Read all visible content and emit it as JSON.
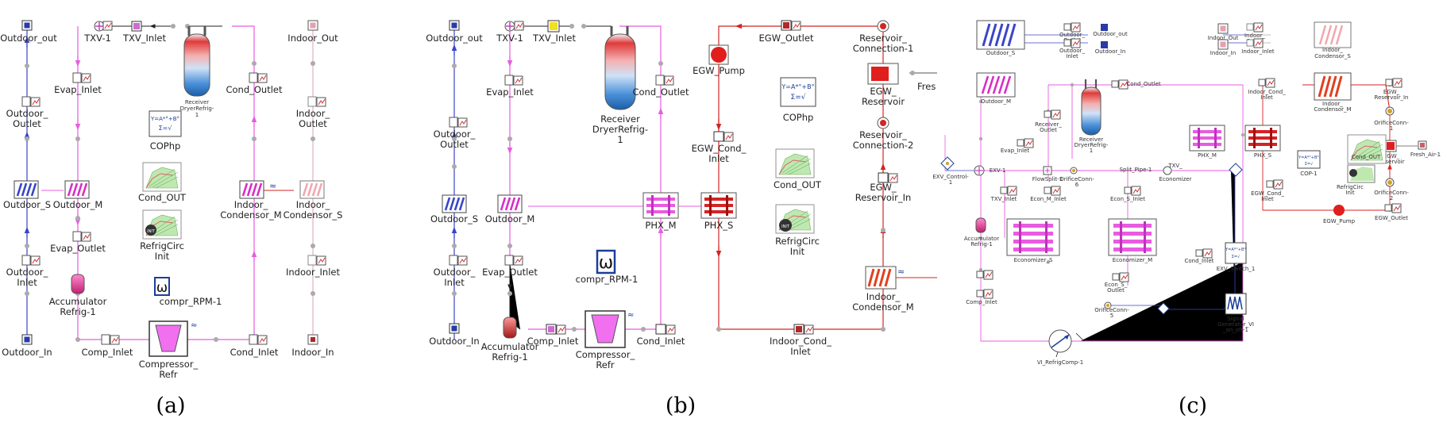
{
  "panels": [
    {
      "caption": "(a)",
      "labels": {
        "outdoor_out": "Outdoor_out",
        "txv1": "TXV-1",
        "txv_inlet": "TXV_Inlet",
        "receiver": [
          "Receiver",
          "DryerRefrig-",
          "1"
        ],
        "indoor_out": "Indoor_Out",
        "evap_inlet": "Evap_Inlet",
        "cond_outlet": "Cond_Outlet",
        "outdoor_outlet": [
          "Outdoor_",
          "Outlet"
        ],
        "indoor_outlet": [
          "Indoor_",
          "Outlet"
        ],
        "cophp": "COPhp",
        "cophp_formula": [
          "Y=A*°+B°",
          "Σ=√"
        ],
        "outdoor_s": "Outdoor_S",
        "outdoor_m": "Outdoor_M",
        "cond_out": "Cond_OUT",
        "indoor_condensor_m": [
          "Indoor_",
          "Condensor_M"
        ],
        "indoor_condensor_s": [
          "Indoor_",
          "Condensor_S"
        ],
        "evap_outlet": "Evap_Outlet",
        "refrigcirc": [
          "RefrigCirc",
          "Init"
        ],
        "outdoor_inlet": [
          "Outdoor_",
          "Inlet"
        ],
        "indoor_inlet": "Indoor_Inlet",
        "accumulator": [
          "Accumulator",
          "Refrig-1"
        ],
        "compr_rpm": "compr_RPM-1",
        "outdoor_in": "Outdoor_In",
        "comp_inlet": "Comp_Inlet",
        "compressor": [
          "Compressor_",
          "Refr"
        ],
        "cond_inlet": "Cond_Inlet",
        "indoor_in": "Indoor_In"
      }
    },
    {
      "caption": "(b)",
      "labels": {
        "outdoor_out": "Outdoor_out",
        "txv1": "TXV-1",
        "txv_inlet": "TXV_Inlet",
        "egw_outlet": "EGW_Outlet",
        "reservoir_conn1": [
          "Reservoir_",
          "Connection-1"
        ],
        "egw_pump": "EGW_Pump",
        "egw_reservoir": [
          "EGW_",
          "Reservoir"
        ],
        "fresh": "Fres",
        "evap_inlet": "Evap_Inlet",
        "cond_outlet": "Cond_Outlet",
        "receiver": [
          "Receiver",
          "DryerRefrig-",
          "1"
        ],
        "cophp": "COPhp",
        "cophp_formula": [
          "Y=A*°+B°",
          "Σ=√"
        ],
        "outdoor_outlet": [
          "Outdoor_",
          "Outlet"
        ],
        "egw_cond_inlet": [
          "EGW_Cond_",
          "Inlet"
        ],
        "reservoir_conn2": [
          "Reservoir_",
          "Connection-2"
        ],
        "cond_out": "Cond_OUT",
        "egw_reservoir_in": [
          "EGW_",
          "Reservoir_In"
        ],
        "outdoor_s": "Outdoor_S",
        "outdoor_m": "Outdoor_M",
        "phx_m": "PHX_M",
        "phx_s": "PHX_S",
        "refrigcirc": [
          "RefrigCirc",
          "Init"
        ],
        "outdoor_inlet": [
          "Outdoor_",
          "Inlet"
        ],
        "evap_outlet": "Evap_Outlet",
        "compr_rpm": "compr_RPM-1",
        "indoor_condensor_m": [
          "Indoor_",
          "Condensor_M"
        ],
        "outdoor_in": "Outdoor_In",
        "accumulator": [
          "Accumulator",
          "Refrig-1"
        ],
        "comp_inlet": "Comp_Inlet",
        "compressor": [
          "Compressor_",
          "Refr"
        ],
        "cond_inlet": "Cond_Inlet",
        "indoor_cond_inlet": [
          "Indoor_Cond_",
          "Inlet"
        ]
      }
    },
    {
      "caption": "(c)",
      "labels": {
        "outdoor_s": "Outdoor_S",
        "outdoor_outlet": [
          "Outdoor_",
          "Outlet"
        ],
        "outdoor_inlet": [
          "Outdoor_",
          "Inlet"
        ],
        "outdoor_out": "Outdoor_out",
        "outdoor_in": "Outdoor_In",
        "indoor_out": "Indoor_Out",
        "indoor_outlet": [
          "Indoor_",
          "Outlet"
        ],
        "indoor_in": "Indoor_In",
        "indoor_inlet": "Indoor_Inlet",
        "indoor_condensor_s": [
          "Indoor_",
          "Condensor_S"
        ],
        "outdoor_m": "Outdoor_M",
        "receiver_outlet": [
          "Receiver_",
          "Outlet"
        ],
        "receiver": [
          "Receiver",
          "DryerRefrig-",
          "1"
        ],
        "cond_outlet": "Cond_Outlet",
        "phx_m": "PHX_M",
        "phx_s": "PHX_S",
        "indoor_cond_inlet": [
          "Indoor_Cond_",
          "Inlet"
        ],
        "indoor_condensor_m": [
          "Indoor_",
          "Condensor_M"
        ],
        "egw_reservoir_in": [
          "EGW_",
          "Reservoir_In"
        ],
        "orificeconn1": [
          "OrificeConn-",
          "1"
        ],
        "egw_reservoir": [
          "EGW_",
          "Reservoir"
        ],
        "fresh_air": "Fresh_Air-1",
        "evap_inlet": "Evap_Inlet",
        "exv_control": [
          "EXV_Control-",
          "1"
        ],
        "exv1": "EXV-1",
        "flowsplit": "FlowSplit-1",
        "orificeconn6": [
          "OrificeConn-",
          "6"
        ],
        "split_pipe": "Split_Pipe-1",
        "txv_economizer": [
          "TXV_",
          "Economizer"
        ],
        "econ_m_inlet": "Econ_M_Inlet",
        "econ_s_inlet": "Econ_S_Inlet",
        "txv_inlet": "TXV_Inlet",
        "cop1": "COP-1",
        "cophp_formula": [
          "Y=A*°+B°",
          "Σ=√"
        ],
        "cond_out": "Cond_OUT",
        "refrigcirc": [
          "RefrigCirc",
          "Init"
        ],
        "orificeconn2": [
          "OrificeConn-",
          "2"
        ],
        "egw_cond_inlet": [
          "EGW_Cond_",
          "Inlet"
        ],
        "egw_pump": "EGW_Pump",
        "egw_outlet": "EGW_Outlet",
        "accumulator": [
          "Accumulator",
          "Refrig-1"
        ],
        "economizer_s": "Economizer_S",
        "economizer_m": "Economizer_M",
        "econ_s_outlet": [
          "Econ_S_",
          "Outlet"
        ],
        "cond_inlet": "Cond_Inlet",
        "exv_switch": "EXV_Switch_1",
        "comp_inlet": "Comp_Inlet",
        "orificeconn5": [
          "OrificeConn-",
          "5"
        ],
        "signal_gen": [
          "Signal",
          "Generator_VI",
          "_on_off-1"
        ],
        "vi_refrigcomp": "VI_RefrigComp-1"
      }
    }
  ],
  "colors": {
    "refrigerant": "#e85ce0",
    "coolant": "#d42424",
    "air": "#3a45c8",
    "node": "#aaaaaa",
    "signal": "#222222"
  }
}
